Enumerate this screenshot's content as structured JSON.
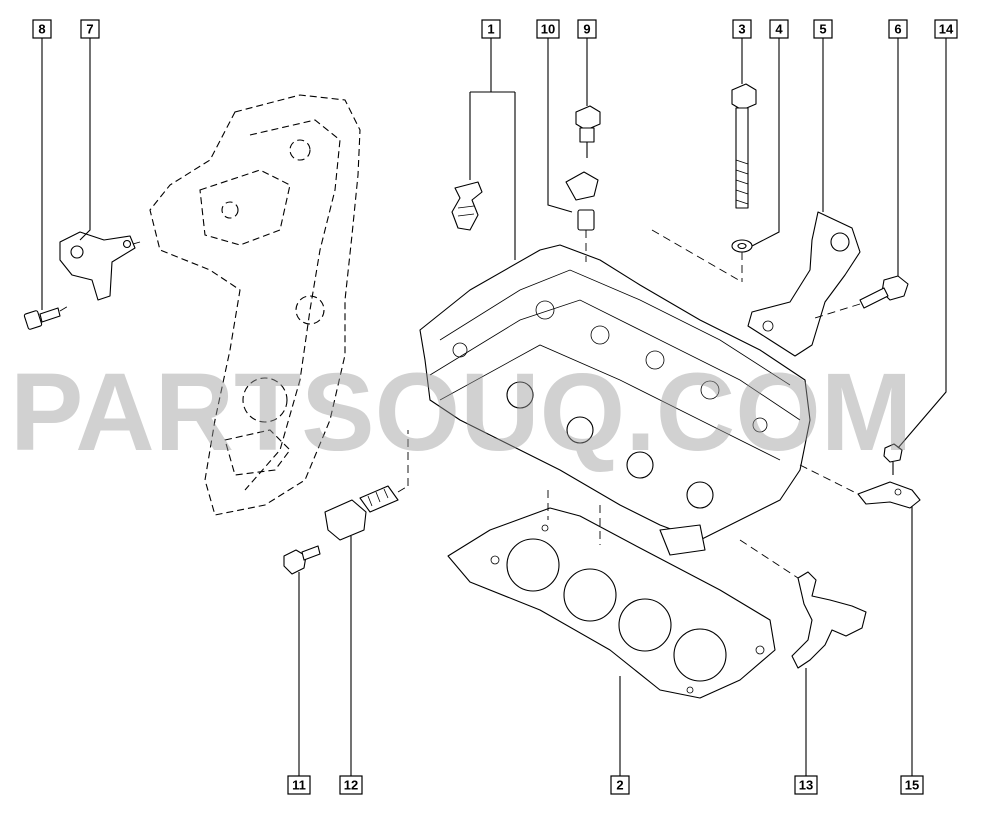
{
  "watermark": "PARTSOUQ.COM",
  "callouts": [
    {
      "id": "callout-1",
      "label": "1"
    },
    {
      "id": "callout-2",
      "label": "2"
    },
    {
      "id": "callout-3",
      "label": "3"
    },
    {
      "id": "callout-4",
      "label": "4"
    },
    {
      "id": "callout-5",
      "label": "5"
    },
    {
      "id": "callout-6",
      "label": "6"
    },
    {
      "id": "callout-7",
      "label": "7"
    },
    {
      "id": "callout-8",
      "label": "8"
    },
    {
      "id": "callout-9",
      "label": "9"
    },
    {
      "id": "callout-10",
      "label": "10"
    },
    {
      "id": "callout-11",
      "label": "11"
    },
    {
      "id": "callout-12",
      "label": "12"
    },
    {
      "id": "callout-13",
      "label": "13"
    },
    {
      "id": "callout-14",
      "label": "14"
    },
    {
      "id": "callout-15",
      "label": "15"
    }
  ]
}
